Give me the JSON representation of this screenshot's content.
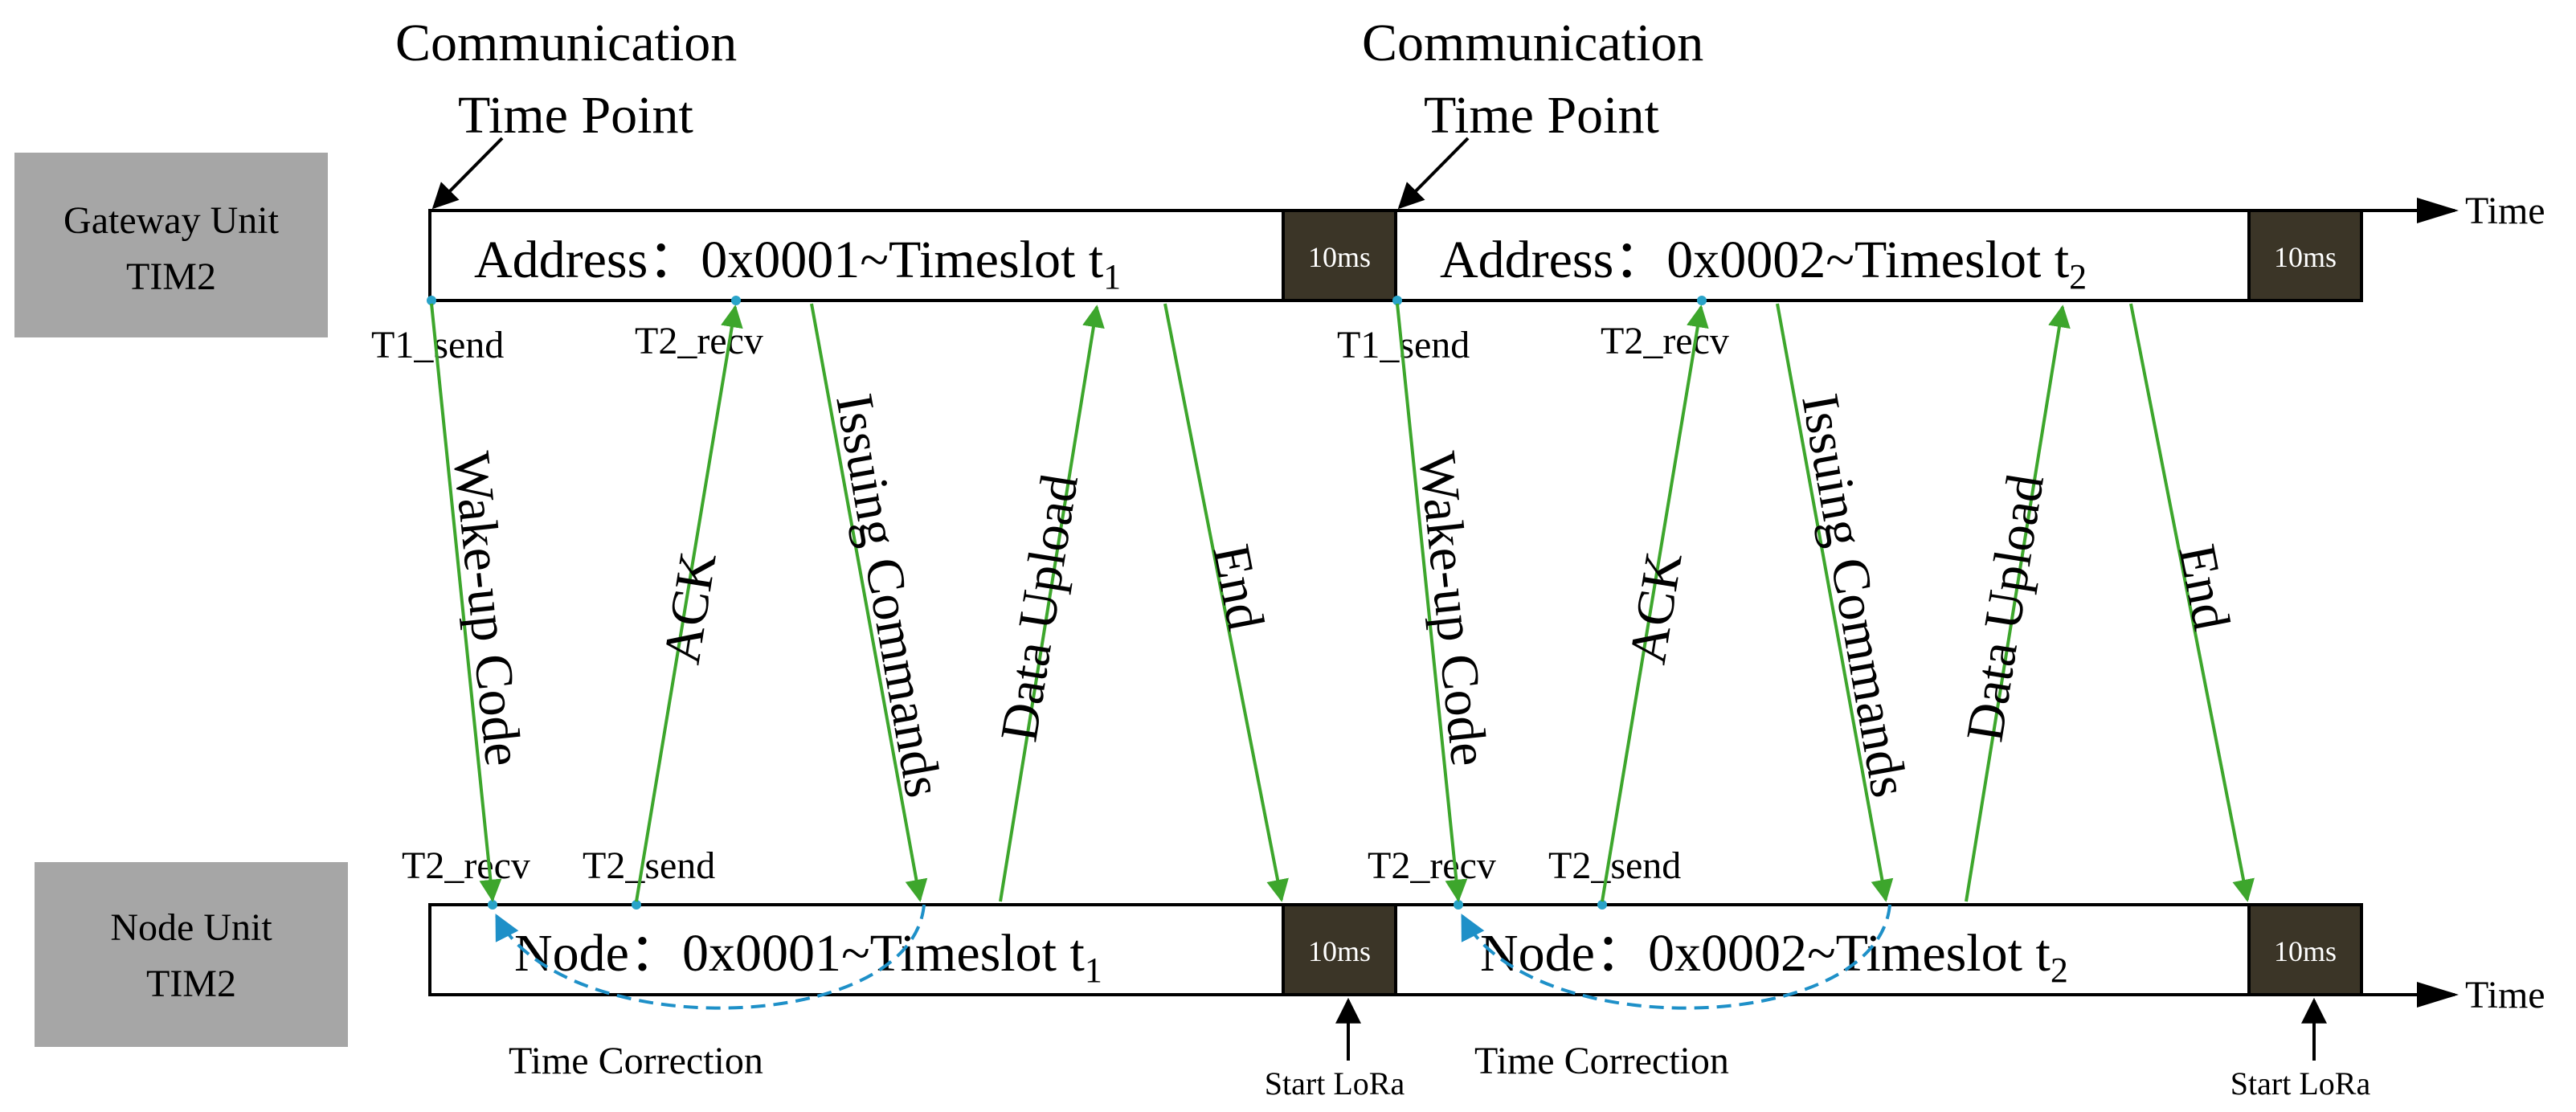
{
  "gateway_unit": {
    "line1": "Gateway Unit",
    "line2": "TIM2"
  },
  "node_unit": {
    "line1": "Node Unit",
    "line2": "TIM2"
  },
  "time_label": "Time",
  "comm_point": {
    "line1": "Communication",
    "line2": "Time Point"
  },
  "guard_label": "10ms",
  "start_lora": "Start LoRa",
  "time_correction": "Time Correction",
  "cycles": [
    {
      "gateway_slot": {
        "prefix": "Address：0x0001~Timeslot t",
        "sub": "1"
      },
      "node_slot": {
        "prefix": "Node：0x0001~Timeslot t",
        "sub": "1"
      }
    },
    {
      "gateway_slot": {
        "prefix": "Address：0x0002~Timeslot t",
        "sub": "2"
      },
      "node_slot": {
        "prefix": "Node：0x0002~Timeslot t",
        "sub": "2"
      }
    }
  ],
  "events": {
    "t1_send": "T1_send",
    "t2_recv": "T2_recv",
    "t2_send": "T2_send"
  },
  "messages": {
    "wakeup": "Wake-up Code",
    "ack": "ACK",
    "issuing": "Issuing Commands",
    "data": "Data Upload",
    "end": "End"
  },
  "colors": {
    "unit_box": "#a6a6a6",
    "guard_box": "#3b3527",
    "message_arrow": "#3da62c",
    "correction": "#1e90c8",
    "event_dot": "#29a3c9"
  }
}
